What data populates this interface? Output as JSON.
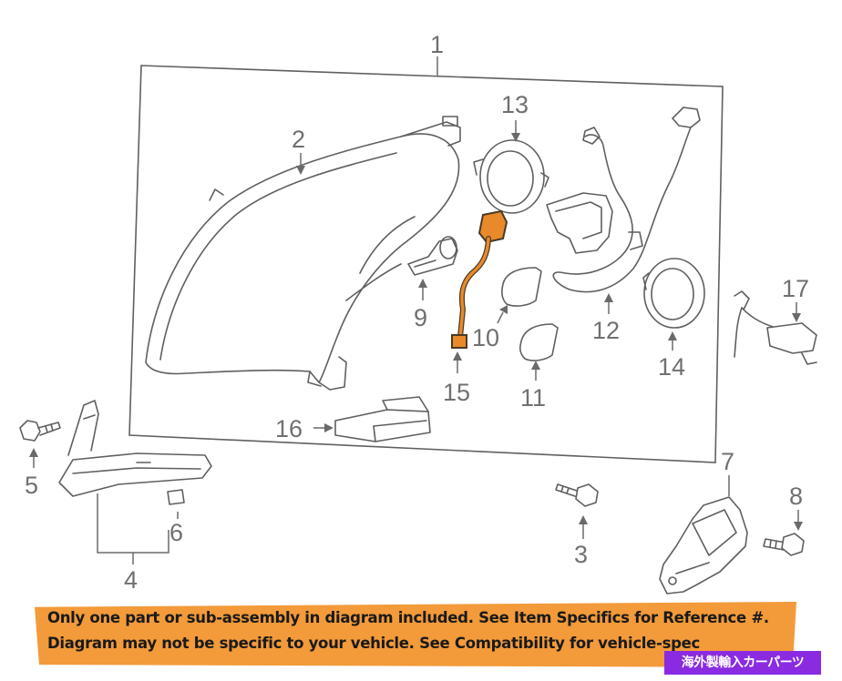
{
  "callouts": {
    "c1": "1",
    "c2": "2",
    "c3": "3",
    "c4": "4",
    "c5": "5",
    "c6": "6",
    "c7": "7",
    "c8": "8",
    "c9": "9",
    "c10": "10",
    "c11": "11",
    "c12": "12",
    "c13": "13",
    "c14": "14",
    "c15": "15",
    "c16": "16",
    "c17": "17"
  },
  "highlighted_part": "15",
  "colors": {
    "banner": "#f39a3a",
    "highlight": "#e88a2a",
    "watermark": "#8a2be2",
    "linework": "#5f5f5f"
  },
  "disclaimer": {
    "line1": "Only one part or sub-assembly in diagram included. See Item Specifics for Reference #.",
    "line2": "Diagram may not be specific to your vehicle. See Compatibility for vehicle-spec"
  },
  "watermark": "海外製輸入カーパーツ"
}
